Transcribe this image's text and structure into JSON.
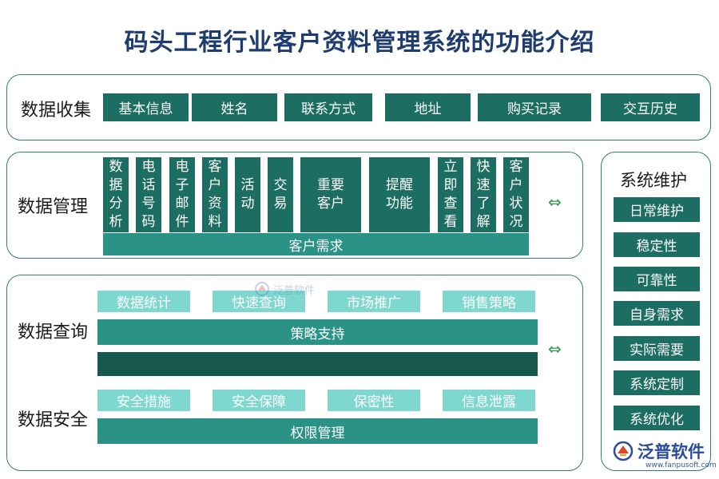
{
  "title": "码头工程行业客户资料管理系统的功能介绍",
  "collection": {
    "label": "数据收集",
    "items": [
      "基本信息",
      "姓名",
      "联系方式",
      "地址",
      "购买记录",
      "交互历史"
    ]
  },
  "management": {
    "label": "数据管理",
    "vertical_items": [
      [
        "数",
        "据",
        "分",
        "析"
      ],
      [
        "电",
        "话",
        "号",
        "码"
      ],
      [
        "电",
        "子",
        "邮",
        "件"
      ],
      [
        "客",
        "户",
        "资",
        "料"
      ],
      [
        "活",
        "动"
      ],
      [
        "交",
        "易"
      ]
    ],
    "wide_items": [
      [
        "重要",
        "客户"
      ],
      [
        "提醒",
        "功能"
      ]
    ],
    "vertical_items_right": [
      [
        "立",
        "即",
        "查",
        "看"
      ],
      [
        "快",
        "速",
        "了",
        "解"
      ],
      [
        "客",
        "户",
        "状",
        "况"
      ]
    ],
    "bar": "客户需求",
    "arrow": "⇔"
  },
  "query": {
    "label": "数据查询",
    "items": [
      "数据统计",
      "快速查询",
      "市场推广",
      "销售策略"
    ],
    "bar": "策略支持",
    "arrow": "⇔"
  },
  "security": {
    "label": "数据安全",
    "items": [
      "安全措施",
      "安全保障",
      "保密性",
      "信息泄露"
    ],
    "bar": "权限管理"
  },
  "maintenance": {
    "label": "系统维护",
    "items": [
      "日常维护",
      "稳定性",
      "可靠性",
      "自身需求",
      "实际需要",
      "系统定制",
      "系统优化"
    ]
  },
  "watermark": "泛普软件",
  "logo": {
    "text": "泛普软件",
    "url": "www.fanpusoft.com"
  },
  "colors": {
    "dark": "#1d6e62",
    "mid": "#2a9385",
    "light": "#7ed8cf",
    "border": "#2e7f74",
    "title": "#1e3c6e"
  }
}
